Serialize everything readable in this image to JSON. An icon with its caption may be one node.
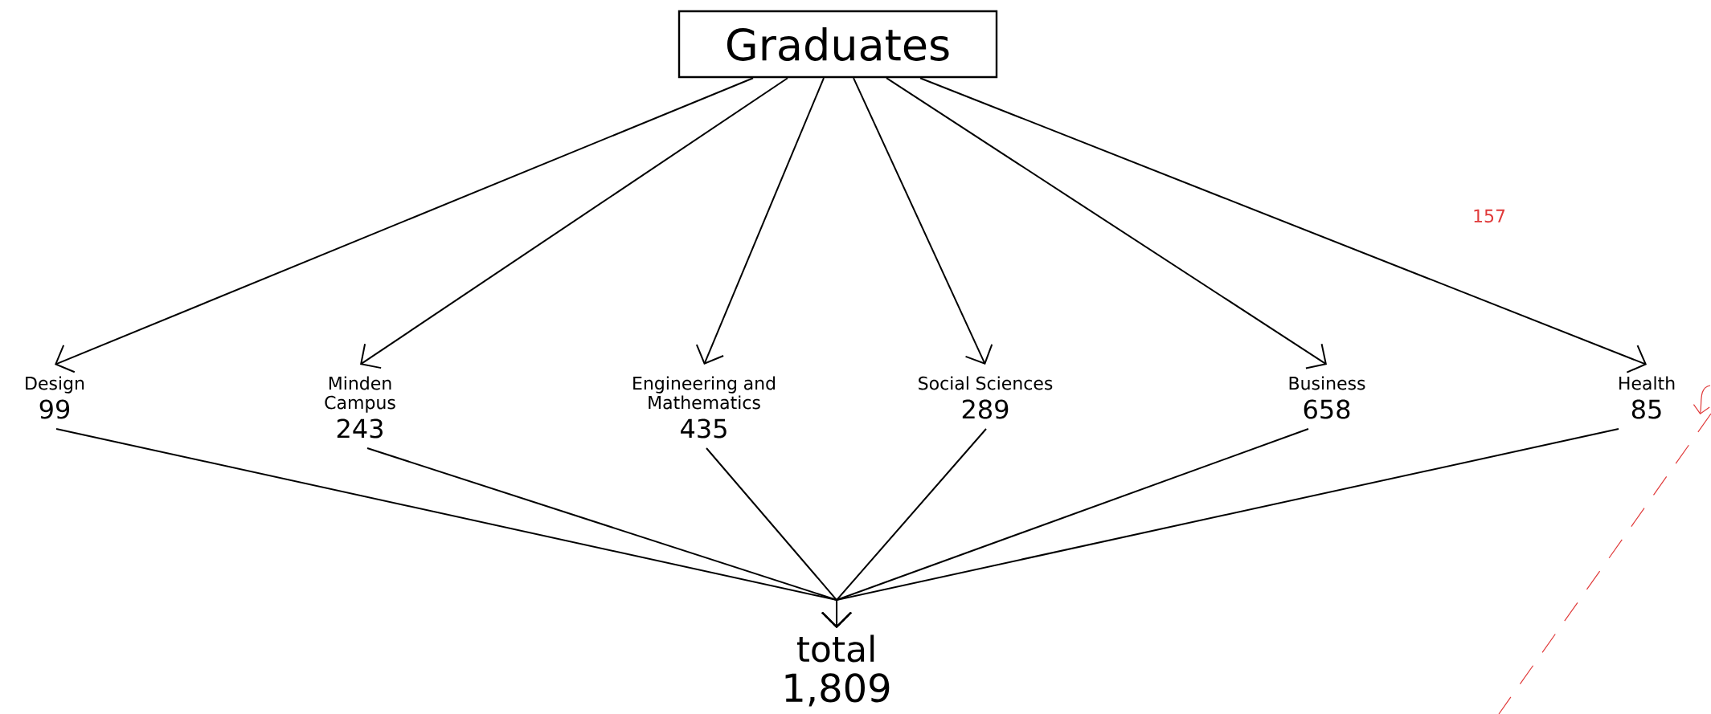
{
  "diagram": {
    "nodes": [
      {
        "text": [
          "Graduates"
        ]
      },
      {
        "text": [
          "Design",
          "99"
        ]
      },
      {
        "text": [
          "Minden Campus",
          "243"
        ]
      },
      {
        "text": [
          "Engineering and Mathematics",
          "435"
        ]
      },
      {
        "text": [
          "Social Sciences",
          "289"
        ]
      },
      {
        "text": [
          "Business",
          "658"
        ]
      },
      {
        "text": [
          "Health",
          "85"
        ]
      },
      {
        "text": [
          "total",
          "1,809"
        ]
      }
    ],
    "edges": [
      {
        "from": 0,
        "to": 1,
        "arrow": "to"
      },
      {
        "from": 0,
        "to": 2,
        "arrow": "to"
      },
      {
        "from": 0,
        "to": 3,
        "arrow": "to"
      },
      {
        "from": 0,
        "to": 4,
        "arrow": "to"
      },
      {
        "from": 0,
        "to": 5,
        "arrow": "to"
      },
      {
        "from": 0,
        "to": 6,
        "arrow": "to"
      },
      {
        "from": 1,
        "to": 7,
        "arrow": "to"
      },
      {
        "from": 2,
        "to": 7,
        "arrow": "to"
      },
      {
        "from": 3,
        "to": 7,
        "arrow": "to"
      },
      {
        "from": 4,
        "to": 7,
        "arrow": "to"
      },
      {
        "from": 5,
        "to": 7,
        "arrow": "to"
      },
      {
        "from": 6,
        "to": 7,
        "arrow": "to"
      },
      {
        "from": null,
        "to": 6,
        "arrow": "to",
        "color": "#e03a3a"
      }
    ],
    "labels": [
      "157"
    ]
  }
}
